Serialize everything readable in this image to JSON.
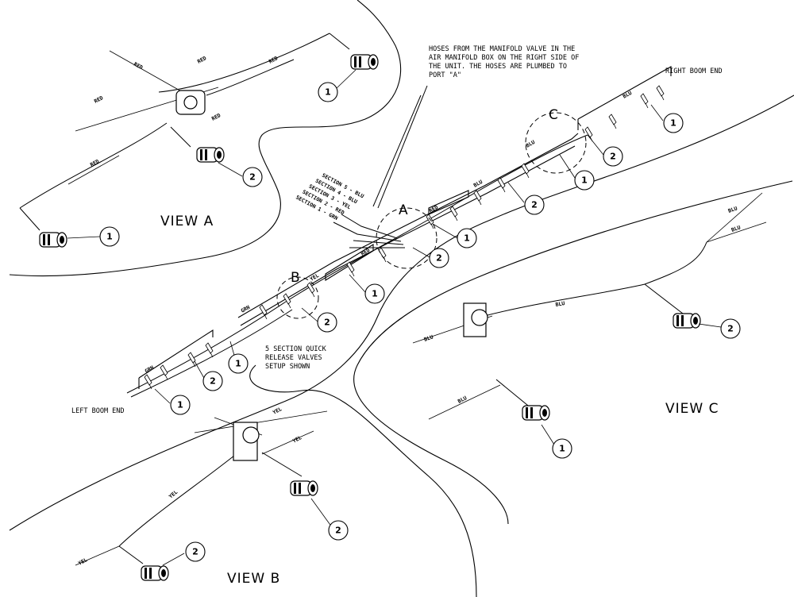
{
  "views": {
    "a": "VIEW A",
    "b": "VIEW B",
    "c": "VIEW C"
  },
  "detail_letters": {
    "a": "A",
    "b": "B",
    "c": "C"
  },
  "notes": {
    "hoses_line1": "HOSES FROM THE MANIFOLD VALVE IN THE",
    "hoses_line2": "AIR MANIFOLD BOX ON THE RIGHT SIDE OF",
    "hoses_line3": "THE UNIT. THE HOSES ARE PLUMBED TO",
    "hoses_line4": "PORT \"A\"",
    "quick_line1": "5 SECTION QUICK",
    "quick_line2": "RELEASE VALVES",
    "quick_line3": "SETUP SHOWN",
    "right_boom_end": "RIGHT BOOM END",
    "left_boom_end": "LEFT BOOM END"
  },
  "sections": {
    "s5": "SECTION 5 - BLU",
    "s4": "SECTION 4 - BLU",
    "s3": "SECTION 3 - YEL",
    "s2": "SECTION 2 - RED",
    "s1": "SECTION 1 - GRN"
  },
  "hose_colors": {
    "red": "RED",
    "yel": "YEL",
    "blu": "BLU",
    "grn": "GRN"
  },
  "callouts": {
    "one": "1",
    "two": "2"
  }
}
